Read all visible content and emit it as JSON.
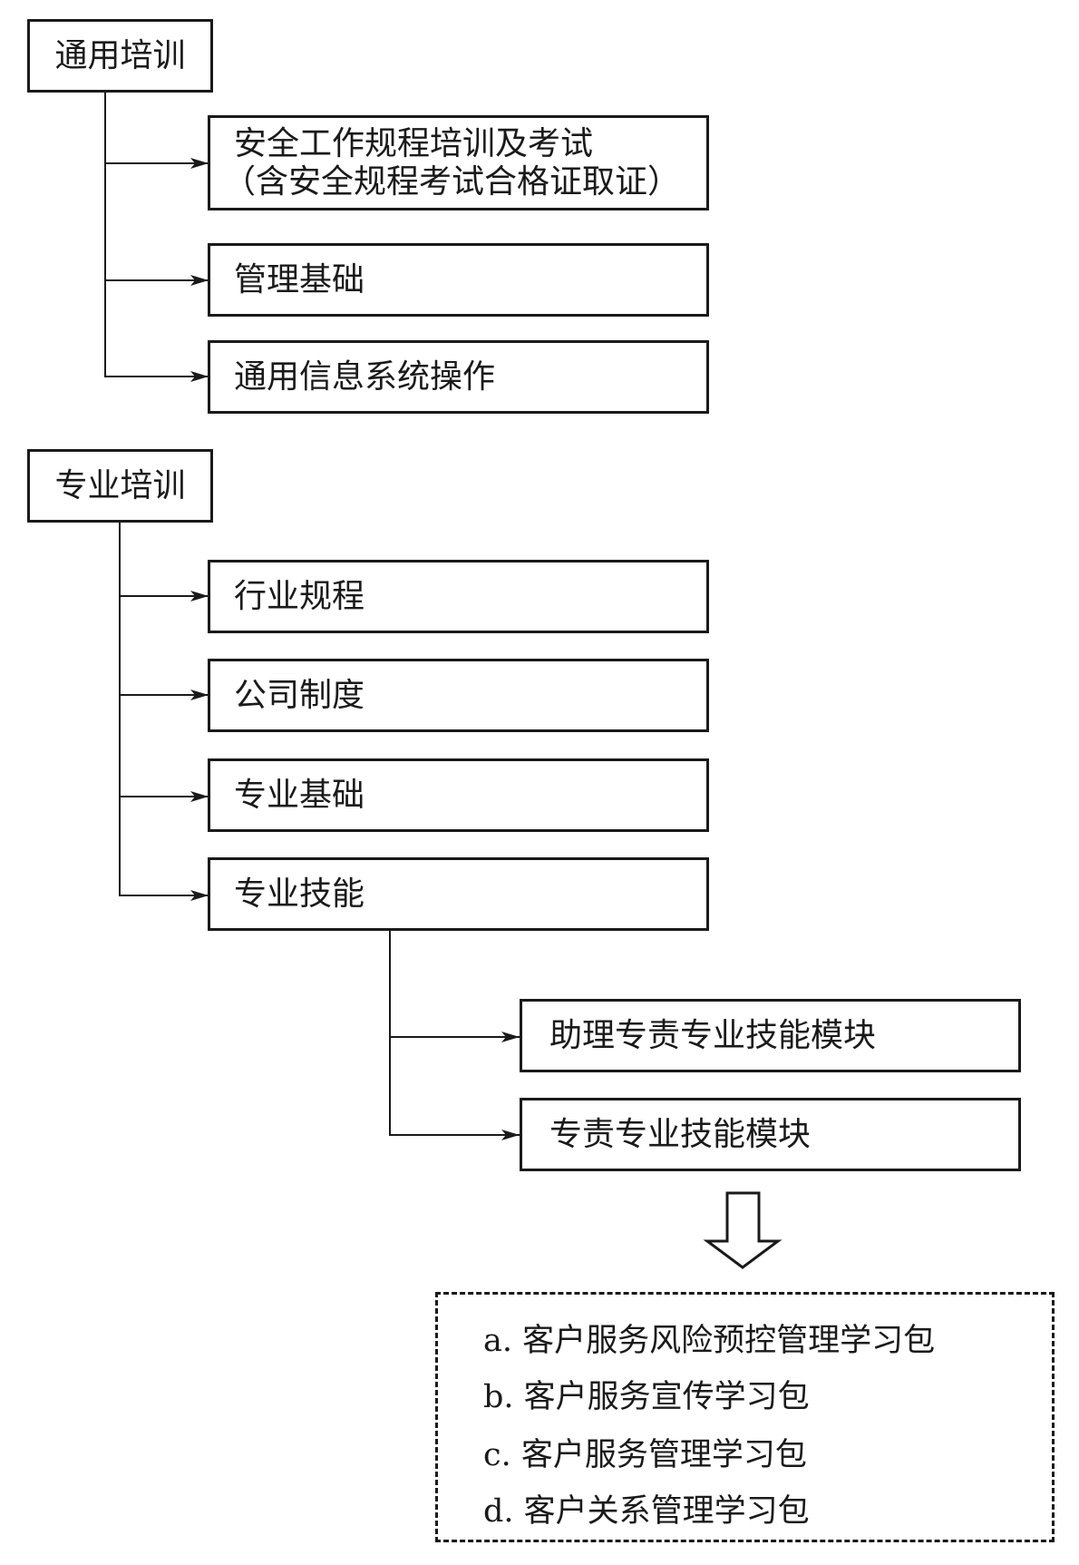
{
  "general": {
    "title": "通用培训",
    "items": [
      {
        "lines": [
          "安全工作规程培训及考试",
          "（含安全规程考试合格证取证）"
        ]
      },
      {
        "lines": [
          "管理基础"
        ]
      },
      {
        "lines": [
          "通用信息系统操作"
        ]
      }
    ]
  },
  "professional": {
    "title": "专业培训",
    "items": [
      {
        "label": "行业规程"
      },
      {
        "label": "公司制度"
      },
      {
        "label": "专业基础"
      },
      {
        "label": "专业技能"
      }
    ],
    "skills": [
      {
        "label": "助理专责专业技能模块"
      },
      {
        "label": "专责专业技能模块"
      }
    ]
  },
  "packages": [
    "a. 客户服务风险预控管理学习包",
    "b. 客户服务宣传学习包",
    "c. 客户服务管理学习包",
    "d. 客户关系管理学习包"
  ],
  "colors": {
    "line": "#1a1a1a",
    "background": "#ffffff"
  },
  "icons": {
    "transition": "hollow-down-arrow-icon"
  }
}
